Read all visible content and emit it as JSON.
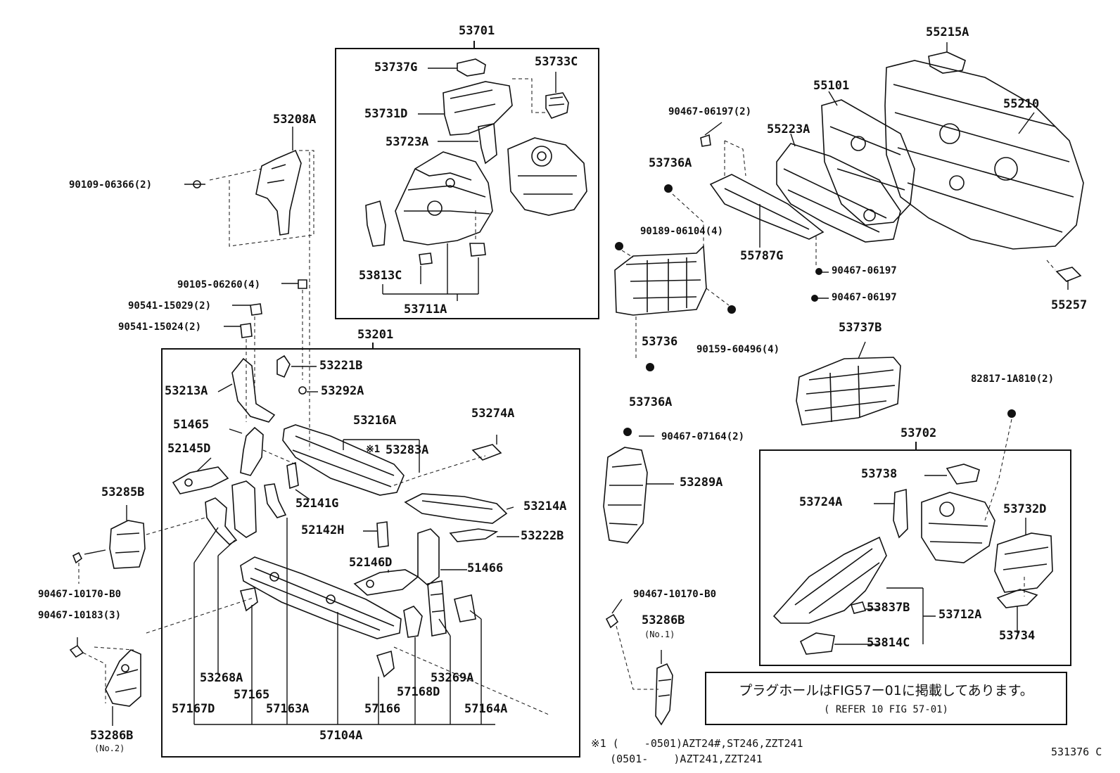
{
  "boxes": {
    "upper_assy": "53701",
    "lower_assy": "53702",
    "support_assy": "53201"
  },
  "parts": {
    "p53737G": "53737G",
    "p53733C": "53733C",
    "p53731D": "53731D",
    "p53723A": "53723A",
    "p53813C": "53813C",
    "p53711A": "53711A",
    "p55215A": "55215A",
    "p55101": "55101",
    "p55210": "55210",
    "p55223A": "55223A",
    "p55787G": "55787G",
    "p55257": "55257",
    "p53208A": "53208A",
    "p53736A_top": "53736A",
    "p53736": "53736",
    "p53736A_bot": "53736A",
    "p53737B": "53737B",
    "p53221B": "53221B",
    "p53213A": "53213A",
    "p53292A": "53292A",
    "p53216A": "53216A",
    "p53274A": "53274A",
    "p53283A": "53283A",
    "p51465": "51465",
    "p52145D": "52145D",
    "p52141G": "52141G",
    "p53214A": "53214A",
    "p53285B": "53285B",
    "p52142H": "52142H",
    "p53222B": "53222B",
    "p52146D": "52146D",
    "p51466": "51466",
    "p53289A": "53289A",
    "p53702_53738": "53738",
    "p53724A": "53724A",
    "p53732D": "53732D",
    "p53837B": "53837B",
    "p53712A": "53712A",
    "p53814C": "53814C",
    "p53734": "53734",
    "p53286B_right": "53286B",
    "p53286B_right_sub": "(No.1)",
    "p53268A": "53268A",
    "p53269A": "53269A",
    "p57165": "57165",
    "p57163A": "57163A",
    "p57166": "57166",
    "p57168D": "57168D",
    "p57167D": "57167D",
    "p57164A": "57164A",
    "p57104A": "57104A",
    "p53286B_left": "53286B",
    "p53286B_left_sub": "(No.2)",
    "p82817": "82817-1A810(2)"
  },
  "fasteners": {
    "f90467_06197_2": "90467-06197(2)",
    "f90109_06366_2": "90109-06366(2)",
    "f90189_06104_4": "90189-06104(4)",
    "f90467_06197_a": "90467-06197",
    "f90467_06197_b": "90467-06197",
    "f90105_06260_4": "90105-06260(4)",
    "f90541_15029_2": "90541-15029(2)",
    "f90541_15024_2": "90541-15024(2)",
    "f90159_60496_4": "90159-60496(4)",
    "f90467_07164_2": "90467-07164(2)",
    "f90467_10170_B0_left": "90467-10170-B0",
    "f90467_10183_3": "90467-10183(3)",
    "f90467_10170_B0_right": "90467-10170-B0"
  },
  "note": {
    "mark": "※1",
    "jp": "プラグホールはFIG57ー01に掲載してあります。",
    "en": "( REFER 10 FIG 57-01)"
  },
  "footnote": {
    "line1": "※1 (    -0501)AZT24#,ST246,ZZT241",
    "line2": "   (0501-    )AZT241,ZZT241"
  },
  "figure_id": "531376 C"
}
